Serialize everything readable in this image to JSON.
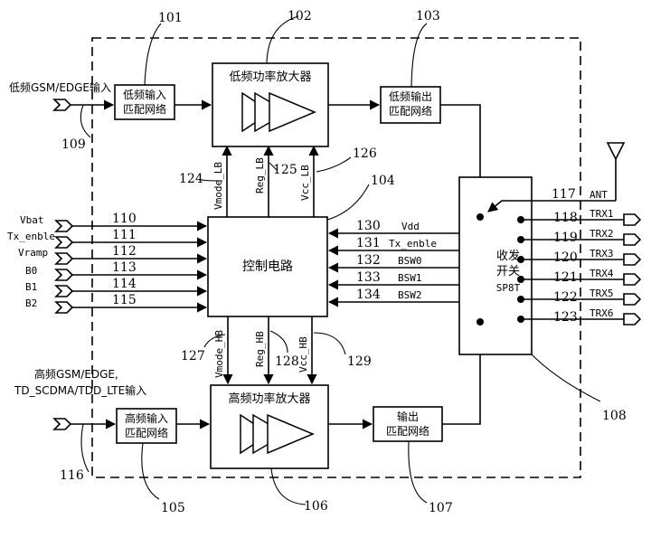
{
  "blocks": {
    "lf_pa": "低频功率放大器",
    "hf_pa": "高频功率放大器",
    "lf_in_match": [
      "低频输入",
      "匹配网络"
    ],
    "lf_out_match": [
      "低频输出",
      "匹配网络"
    ],
    "hf_in_match": [
      "高频输入",
      "匹配网络"
    ],
    "out_match": [
      "输出",
      "匹配网络"
    ],
    "control": "控制电路",
    "switch": [
      "收发",
      "开关",
      "SP8T"
    ]
  },
  "inputs": {
    "lf_input": "低频GSM/EDGE输入",
    "hf_input": [
      "高频GSM/EDGE,",
      "TD_SCDMA/TDD_LTE输入"
    ]
  },
  "left_signals": [
    "Vbat",
    "Tx_enble",
    "Vramp",
    "B0",
    "B1",
    "B2"
  ],
  "left_signal_refs": [
    "110",
    "111",
    "112",
    "113",
    "114",
    "115"
  ],
  "right_control_signals": [
    "Vdd",
    "Tx_enble",
    "BSW0",
    "BSW1",
    "BSW2"
  ],
  "right_control_refs": [
    "130",
    "131",
    "132",
    "133",
    "134"
  ],
  "lf_pa_signals": [
    "Vmode_LB",
    "Reg_LB",
    "Vcc_LB"
  ],
  "hf_pa_signals": [
    "Vmode_HB",
    "Reg_HB",
    "Vcc_HB"
  ],
  "antenna": {
    "label": "ANT",
    "ref": "117"
  },
  "trx_ports": [
    "TRX1",
    "TRX2",
    "TRX3",
    "TRX4",
    "TRX5",
    "TRX6"
  ],
  "trx_refs": [
    "118",
    "119",
    "120",
    "121",
    "122",
    "123"
  ],
  "refs": {
    "r101": "101",
    "r102": "102",
    "r103": "103",
    "r104": "104",
    "r105": "105",
    "r106": "106",
    "r107": "107",
    "r108": "108",
    "r109": "109",
    "r116": "116",
    "r124": "124",
    "r125": "125",
    "r126": "126",
    "r127": "127",
    "r128": "128",
    "r129": "129"
  }
}
